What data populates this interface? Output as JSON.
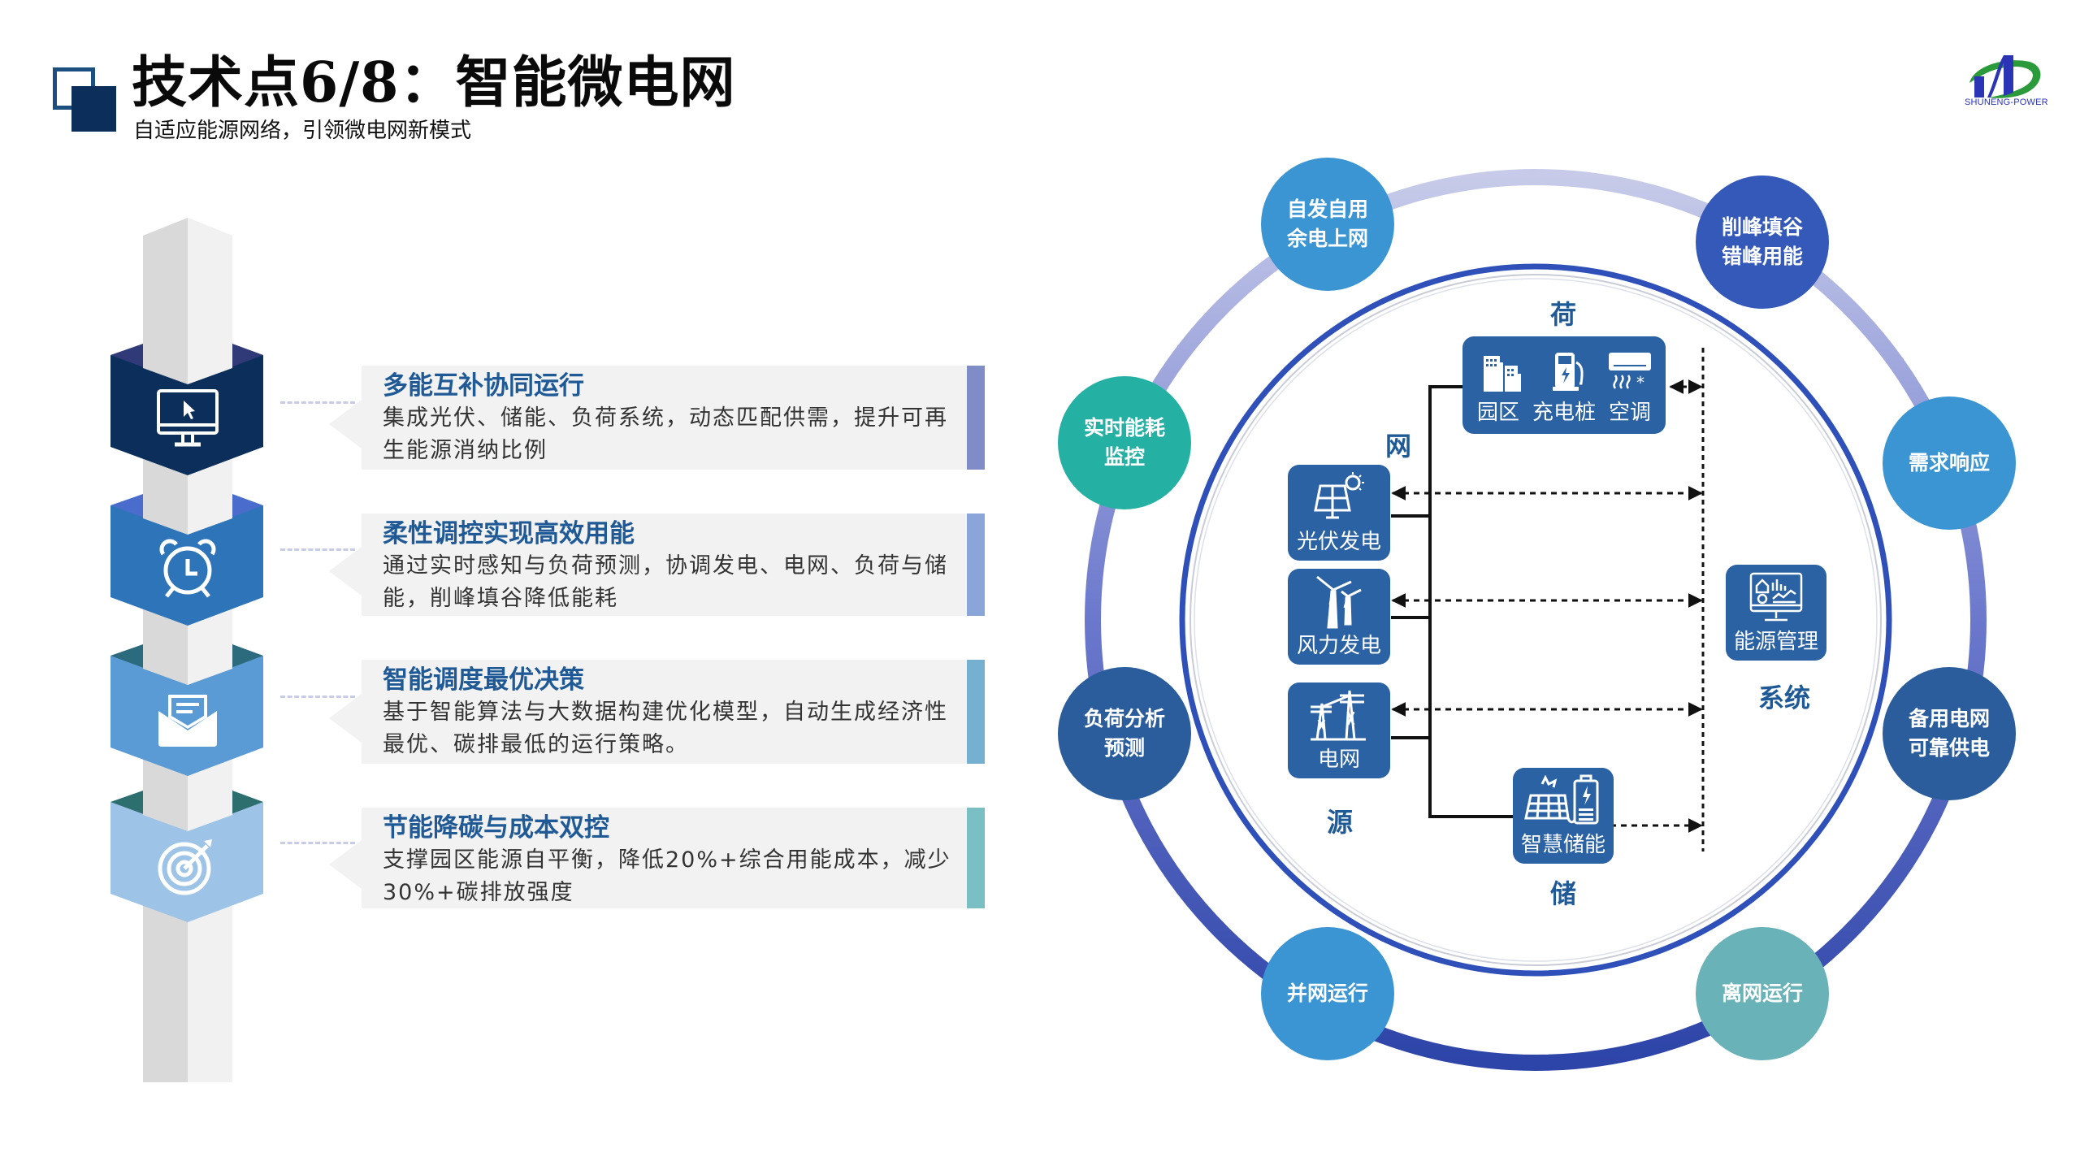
{
  "header": {
    "title": "技术点6/8：智能微电网",
    "subtitle": "自适应能源网络，引领微电网新模式"
  },
  "logo": {
    "text": "SHUNENG-POWER",
    "colors": {
      "blue": "#2a34b5",
      "green": "#2b9a3a"
    }
  },
  "features": [
    {
      "icon": "monitor-cursor-icon",
      "title": "多能互补协同运行",
      "body": "集成光伏、储能、负荷系统，动态匹配供需，提升可再生能源消纳比例",
      "hex_color": "#0b2f5a",
      "hex_top": "#313a78",
      "bar_color": "#7f8cc6"
    },
    {
      "icon": "alarm-clock-icon",
      "title": "柔性调控实现高效用能",
      "body": "通过实时感知与负荷预测，协调发电、电网、负荷与储能，削峰填谷降低能耗",
      "hex_color": "#2e74b9",
      "hex_top": "#4a6ccc",
      "bar_color": "#8aa5d8"
    },
    {
      "icon": "envelope-icon",
      "title": "智能调度最优决策",
      "body": "基于智能算法与大数据构建优化模型，自动生成经济性最优、碳排最低的运行策略。",
      "hex_color": "#5b9bd5",
      "hex_top": "#2c6b7e",
      "bar_color": "#75b0d0"
    },
    {
      "icon": "target-icon",
      "title": "节能降碳与成本双控",
      "body": "支撑园区能源自平衡，降低20%+综合用能成本，减少30%+碳排放强度",
      "hex_color": "#9dc3e6",
      "hex_top": "#2d6e6e",
      "bar_color": "#79bfc4"
    }
  ],
  "diagram": {
    "outer_nodes": [
      {
        "id": "self-use",
        "lines": [
          "自发自用",
          "余电上网"
        ],
        "color": "#3a95d2"
      },
      {
        "id": "peak-shaving",
        "lines": [
          "削峰填谷",
          "错峰用能"
        ],
        "color": "#3459b8"
      },
      {
        "id": "monitoring",
        "lines": [
          "实时能耗",
          "监控"
        ],
        "color": "#25b0a4"
      },
      {
        "id": "demand-response",
        "lines": [
          "需求响应"
        ],
        "color": "#3a95d2"
      },
      {
        "id": "load-forecast",
        "lines": [
          "负荷分析",
          "预测"
        ],
        "color": "#2b5d9c"
      },
      {
        "id": "backup-grid",
        "lines": [
          "备用电网",
          "可靠供电"
        ],
        "color": "#2b5d9c"
      },
      {
        "id": "grid-connected",
        "lines": [
          "并网运行"
        ],
        "color": "#3a95d2"
      },
      {
        "id": "off-grid",
        "lines": [
          "离网运行"
        ],
        "color": "#69b2b8"
      }
    ],
    "categories": {
      "load": "荷",
      "network": "网",
      "source": "源",
      "storage": "储",
      "system": "系统"
    },
    "load_tile": {
      "items": [
        "园区",
        "充电桩",
        "空调"
      ]
    },
    "source_tiles": [
      {
        "icon": "solar-panel-icon",
        "label": "光伏发电"
      },
      {
        "icon": "wind-turbine-icon",
        "label": "风力发电"
      },
      {
        "icon": "power-tower-icon",
        "label": "电网"
      }
    ],
    "storage_tile": {
      "icon": "solar-battery-icon",
      "label": "智慧储能"
    },
    "system_tile": {
      "icon": "dashboard-monitor-icon",
      "label": "能源管理"
    },
    "colors": {
      "tile": "#2a62a3",
      "ring_inner": "#2e50b8",
      "category_text": "#1f5a96"
    }
  }
}
